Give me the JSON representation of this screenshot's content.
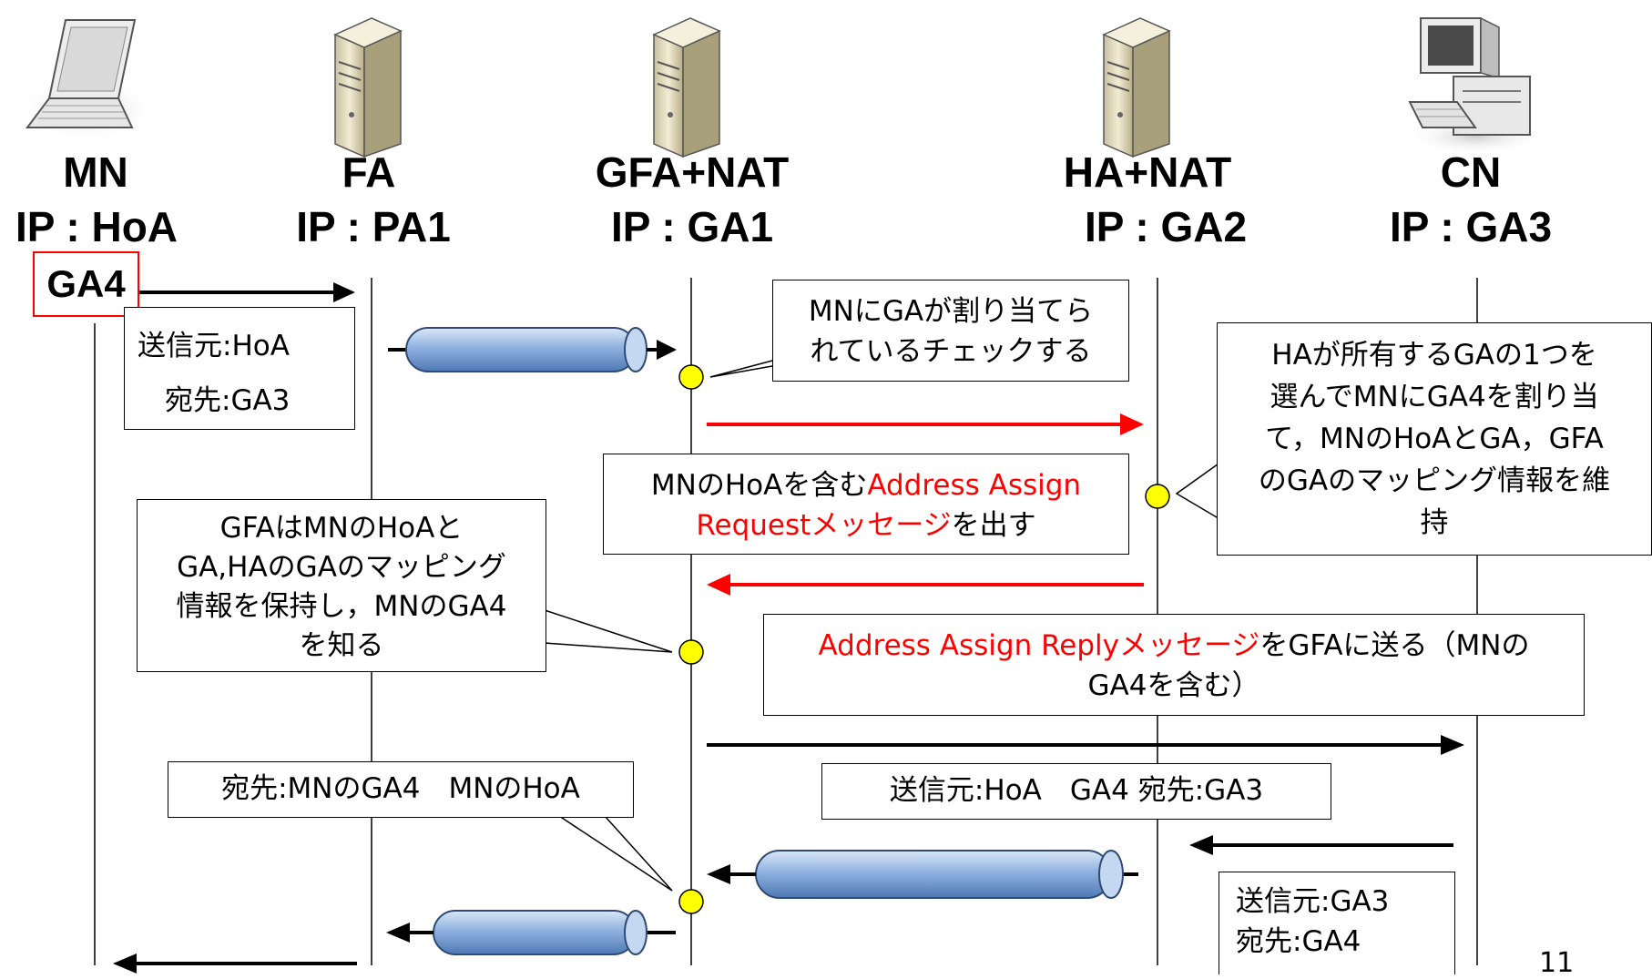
{
  "nodes": [
    {
      "id": "mn",
      "name": "MN",
      "ip": "IP : HoA",
      "icon": "laptop-icon"
    },
    {
      "id": "fa",
      "name": "FA",
      "ip": "IP : PA1",
      "icon": "server-icon"
    },
    {
      "id": "gfa",
      "name": "GFA+NAT",
      "ip": "IP : GA1",
      "icon": "server-icon"
    },
    {
      "id": "ha",
      "name": "HA+NAT",
      "ip": "IP : GA2",
      "icon": "server-icon"
    },
    {
      "id": "cn",
      "name": "CN",
      "ip": "IP : GA3",
      "icon": "desktop-computer-icon"
    }
  ],
  "ga4_badge": "GA4",
  "packet1": {
    "src": "送信元:HoA",
    "dst": "宛先:GA3"
  },
  "note_gfa_check": {
    "line1": "MNにGAが割り当てら",
    "line2": "れているチェックする"
  },
  "note_ha_assign": {
    "line1": "HAが所有するGAの1つを",
    "line2": "選んでMNにGA4を割り当",
    "line3": "て，MNのHoAとGA，GFA",
    "line4": "のGAのマッピング情報を維",
    "line5": "持"
  },
  "note_request": {
    "prefix": "MNのHoAを含む",
    "red1": "Address Assign",
    "red2": "Requestメッセージ",
    "suffix": "を出す"
  },
  "note_gfa_keep": {
    "line1": "GFAはMNのHoAと",
    "line2": "GA,HAのGAのマッピング",
    "line3": "情報を保持し，MNのGA4",
    "line4": "を知る"
  },
  "note_reply": {
    "red": "Address Assign Replyメッセージ",
    "suffix": "をGFAに送る（MNの",
    "line2": "GA4を含む）"
  },
  "note_dest_translate": "宛先:MNのGA4　MNのHoA",
  "note_src_translate": "送信元:HoA　GA4 宛先:GA3",
  "packet_return": {
    "src": "送信元:GA3",
    "dst": "宛先:GA4"
  },
  "page_number": "11",
  "colors": {
    "request_arrow": "#ff0000",
    "event_dot": "#ffff00",
    "tunnel": "#7fa6d8"
  }
}
